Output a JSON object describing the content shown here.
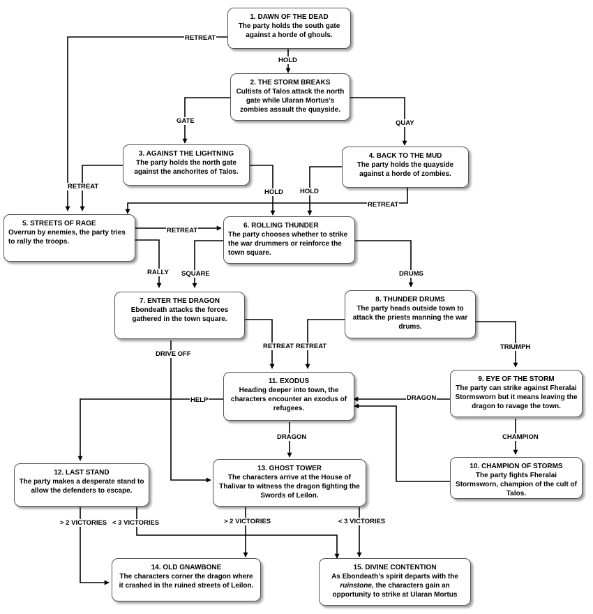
{
  "nodes": {
    "n1": {
      "title": "1.    DAWN OF THE DEAD",
      "desc": "The party holds the south gate against a horde of ghouls."
    },
    "n2": {
      "title": "2.    THE STORM BREAKS",
      "desc": "Cultists of Talos attack the north gate while Ularan Mortus’s zombies assault the quayside."
    },
    "n3": {
      "title": "3.    AGAINST THE LIGHTNING",
      "desc": "The party holds the north gate against the anchorites of Talos."
    },
    "n4": {
      "title": "4. BACK TO THE MUD",
      "desc": "The party holds the quayside against a horde of zombies."
    },
    "n5": {
      "title": "5.     STREETS OF RAGE",
      "desc": "Overrun by enemies, the party tries to rally the troops."
    },
    "n6": {
      "title": "6.    ROLLING THUNDER",
      "desc": "The party chooses whether to strike the war drummers or reinforce the town square."
    },
    "n7": {
      "title": "7. ENTER THE DRAGON",
      "desc": "Ebondeath attacks the forces gathered in the town square."
    },
    "n8": {
      "title": "8. THUNDER DRUMS",
      "desc": "The party heads outside town to attack the priests manning the war drums."
    },
    "n9": {
      "title": "9. EYE OF THE STORM",
      "desc": "The party can strike against Fheralai Stormsworn but it means leaving the dragon to ravage the town."
    },
    "n10": {
      "title": "10. CHAMPION OF STORMS",
      "desc": "The party fights Fheralai Stormsworn, champion of the cult of Talos."
    },
    "n11": {
      "title": "11. EXODUS",
      "desc": "Heading deeper into town, the characters encounter an exodus of refugees."
    },
    "n12": {
      "title": "12. LAST STAND",
      "desc": "The party makes a desperate stand to allow the defenders to escape."
    },
    "n13": {
      "title": "13. GHOST TOWER",
      "desc": "The characters arrive at the House of Thalivar to witness the dragon fighting the Swords of Leilon."
    },
    "n14": {
      "title": "14. OLD GNAWBONE",
      "desc": "The characters corner the dragon where it crashed in the ruined streets of Leilon."
    },
    "n15": {
      "title": "15. DIVINE CONTENTION",
      "desc_pre": "As Ebondeath’s spirit departs with the ",
      "desc_em": "ruinstone",
      "desc_post": ", the characters gain an opportunity to strike at Ularan Mortus"
    }
  },
  "edge_labels": {
    "retreat_1": "RETREAT",
    "hold_1_2": "HOLD",
    "gate": "GATE",
    "quay": "QUAY",
    "retreat_3": "RETREAT",
    "hold_3": "HOLD",
    "hold_4": "HOLD",
    "retreat_4": "RETREAT",
    "retreat_5": "RETREAT",
    "rally": "RALLY",
    "square": "SQUARE",
    "drums": "DRUMS",
    "retreat_7": "RETREAT",
    "retreat_8": "RETREAT",
    "drive_off": "DRIVE OFF",
    "triumph": "TRIUMPH",
    "help": "HELP",
    "dragon_9": "DRAGON",
    "dragon_11": "DRAGON",
    "champion": "CHAMPION",
    "gt2_12": "> 2 VICTORIES",
    "lt3_12": "< 3 VICTORIES",
    "gt2_13": "> 2 VICTORIES",
    "lt3_13": "< 3 VICTORIES"
  }
}
